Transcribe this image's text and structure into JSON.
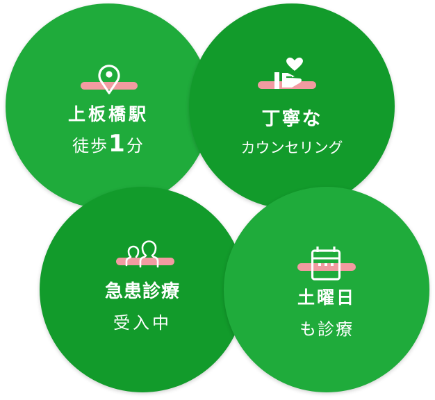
{
  "colors": {
    "green_light": "#1fab3b",
    "green_dark": "#129b2b",
    "accent_pink": "#f29ba1",
    "text": "#ffffff"
  },
  "features": [
    {
      "id": "access",
      "icon": "map-pin-icon",
      "title": "上板橋駅",
      "subtitle_pre": "徒歩",
      "subtitle_num": "1",
      "subtitle_post": "分"
    },
    {
      "id": "counseling",
      "icon": "hand-heart-icon",
      "title": "丁寧な",
      "subtitle": "カウンセリング"
    },
    {
      "id": "emergency",
      "icon": "people-icon",
      "title": "急患診療",
      "subtitle": "受入中"
    },
    {
      "id": "saturday",
      "icon": "calendar-icon",
      "title": "土曜日",
      "subtitle": "も診療"
    }
  ]
}
